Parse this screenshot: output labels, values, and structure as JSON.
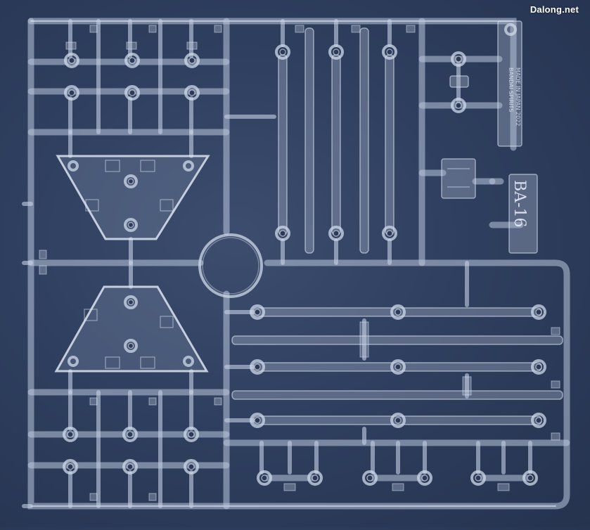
{
  "watermark": "Dalong.net",
  "part_code": "BA-16",
  "molded_text": [
    "BANDAI SPIRITS",
    "MADE IN JAPAN 2022"
  ],
  "colors": {
    "background": "#2f3f5f",
    "plastic": "#cfd9ea"
  }
}
